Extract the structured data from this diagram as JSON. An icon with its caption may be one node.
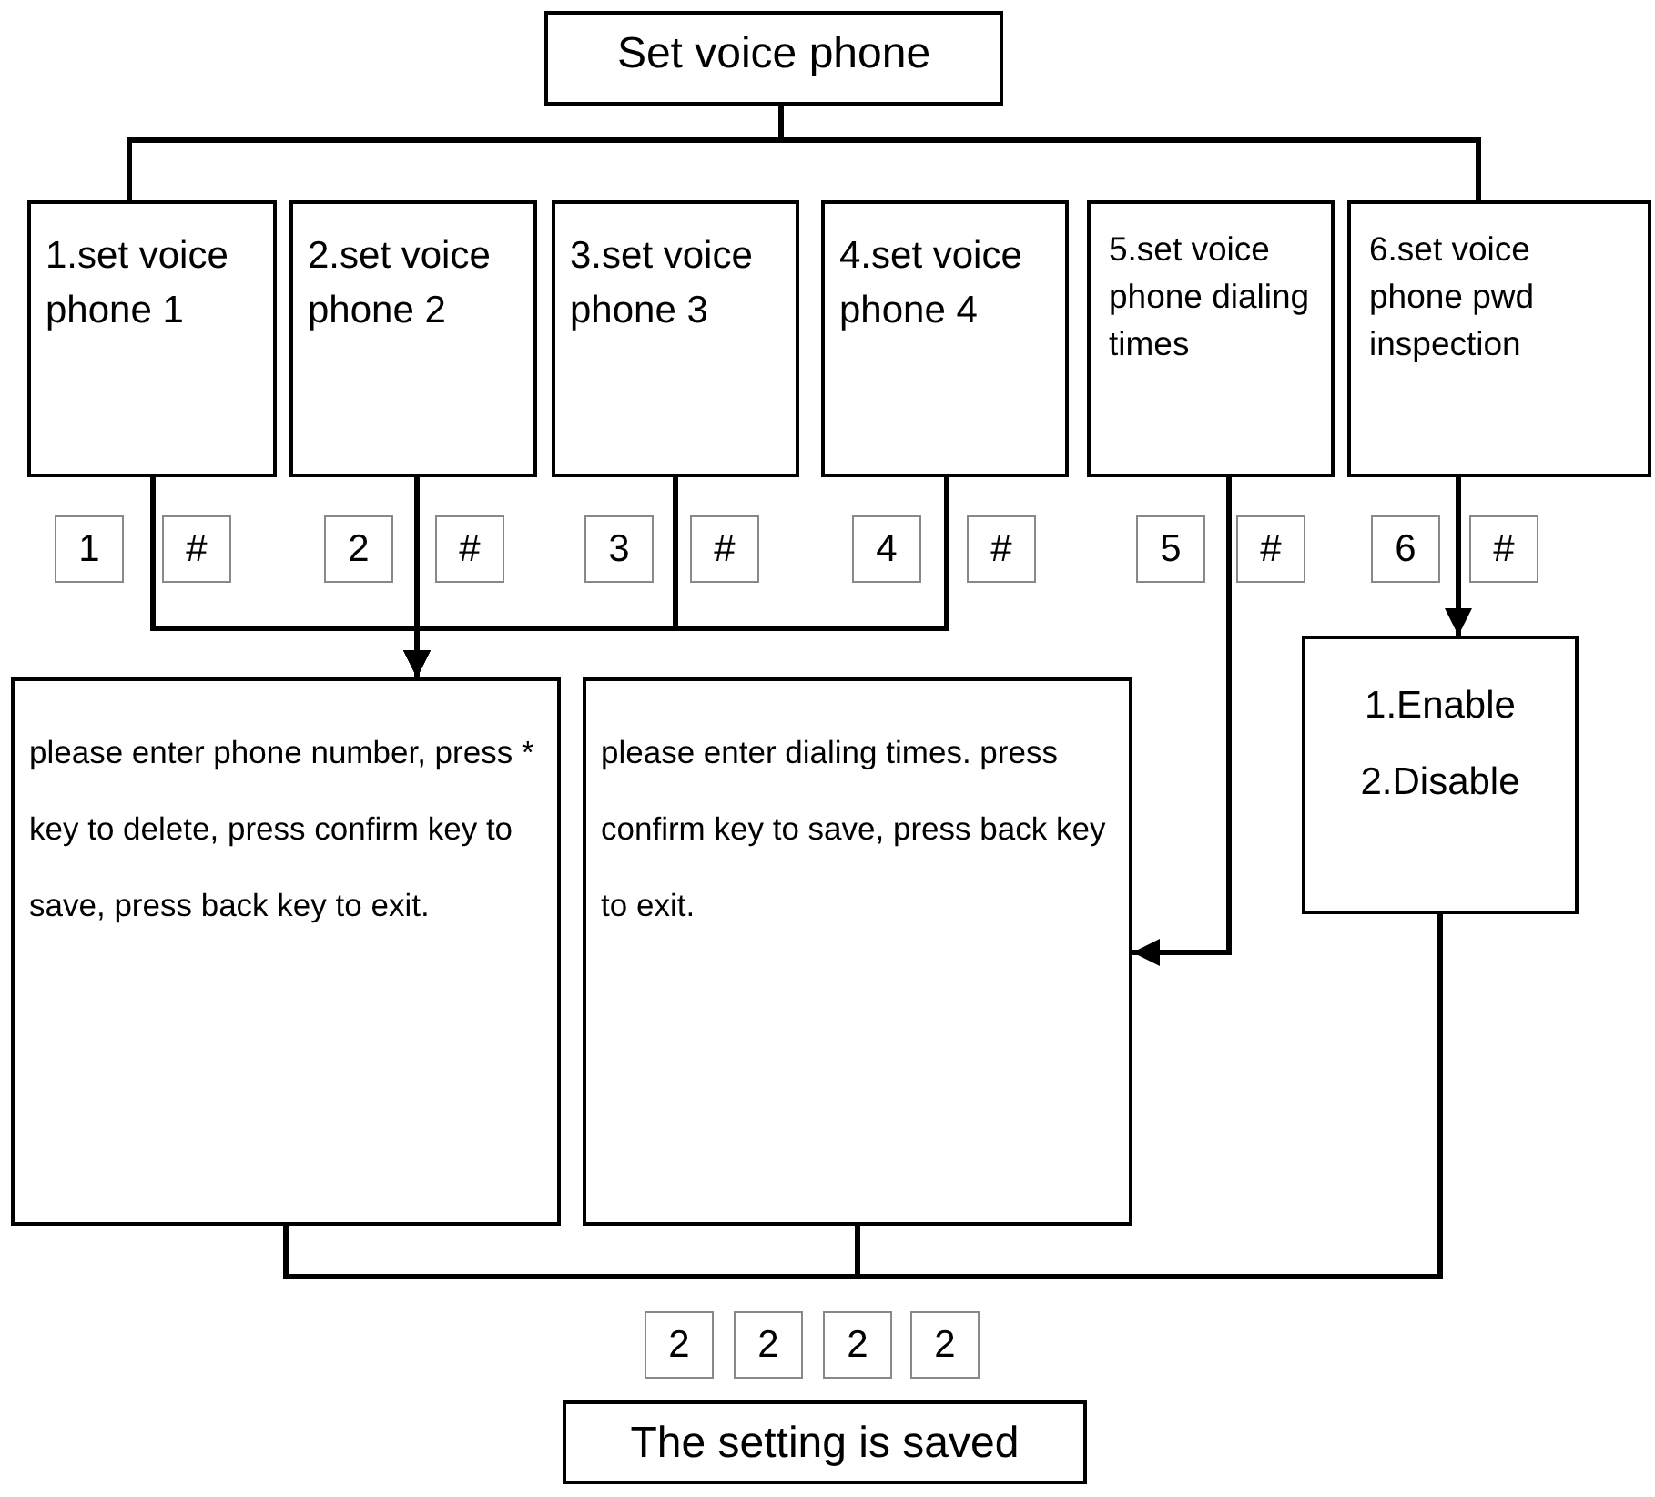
{
  "diagram": {
    "nodes": [
      {
        "text": [
          "Set voice phone"
        ]
      },
      {
        "text": [
          "1.set voice phone 1"
        ]
      },
      {
        "text": [
          "2.set voice phone 2"
        ]
      },
      {
        "text": [
          "3.set voice phone 3"
        ]
      },
      {
        "text": [
          "4.set voice phone 4"
        ]
      },
      {
        "text": [
          "5.set voice phone dialing times"
        ]
      },
      {
        "text": [
          "6.set voice phone pwd inspection"
        ]
      },
      {
        "text": [
          "1"
        ]
      },
      {
        "text": [
          "#"
        ]
      },
      {
        "text": [
          "2"
        ]
      },
      {
        "text": [
          "#"
        ]
      },
      {
        "text": [
          "3"
        ]
      },
      {
        "text": [
          "#"
        ]
      },
      {
        "text": [
          "4"
        ]
      },
      {
        "text": [
          "#"
        ]
      },
      {
        "text": [
          "5"
        ]
      },
      {
        "text": [
          "#"
        ]
      },
      {
        "text": [
          "6"
        ]
      },
      {
        "text": [
          "#"
        ]
      },
      {
        "text": [
          "please enter phone number, press * key to delete, press confirm key to save, press back key to exit."
        ]
      },
      {
        "text": [
          "please enter dialing times. press confirm key to save, press back key to exit."
        ]
      },
      {
        "text": [
          "1.Enable",
          "2.Disable"
        ]
      },
      {
        "text": [
          "2"
        ]
      },
      {
        "text": [
          "2"
        ]
      },
      {
        "text": [
          "2"
        ]
      },
      {
        "text": [
          "2"
        ]
      },
      {
        "text": [
          "The setting is saved"
        ]
      }
    ],
    "edges": [
      {
        "from": 0,
        "to": 1,
        "arrow": "none"
      },
      {
        "from": 0,
        "to": 6,
        "arrow": "none"
      },
      {
        "from": 1,
        "to": 19,
        "arrow": "to"
      },
      {
        "from": 2,
        "to": 19,
        "arrow": "to"
      },
      {
        "from": 3,
        "to": 19,
        "arrow": "to"
      },
      {
        "from": 4,
        "to": 19,
        "arrow": "to"
      },
      {
        "from": 5,
        "to": 20,
        "arrow": "to"
      },
      {
        "from": 6,
        "to": 21,
        "arrow": "to"
      },
      {
        "from": 19,
        "to": 21,
        "arrow": "none"
      },
      {
        "from": 20,
        "to": 21,
        "arrow": "none"
      }
    ]
  }
}
